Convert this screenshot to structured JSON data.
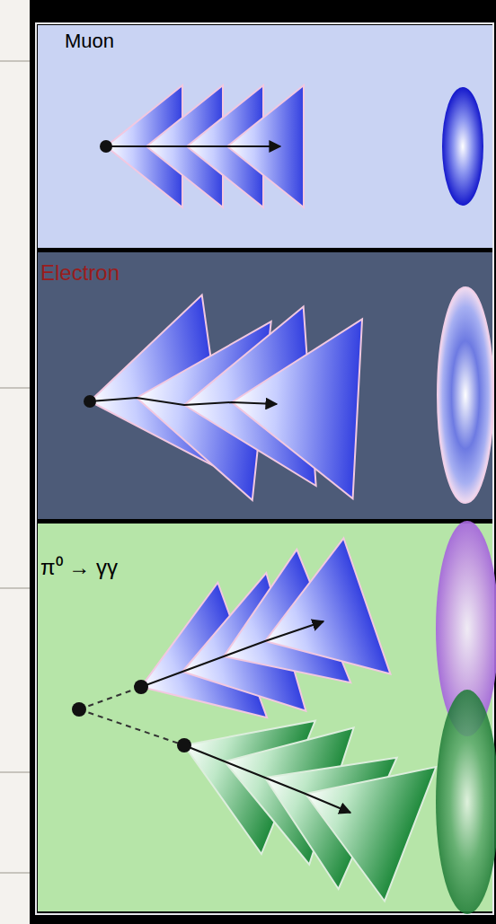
{
  "diagram": {
    "nodes": [
      {
        "text": [
          "Muon"
        ]
      },
      {
        "text": [
          "Electron"
        ]
      },
      {
        "text": [
          "π⁰ → γγ"
        ]
      }
    ]
  }
}
